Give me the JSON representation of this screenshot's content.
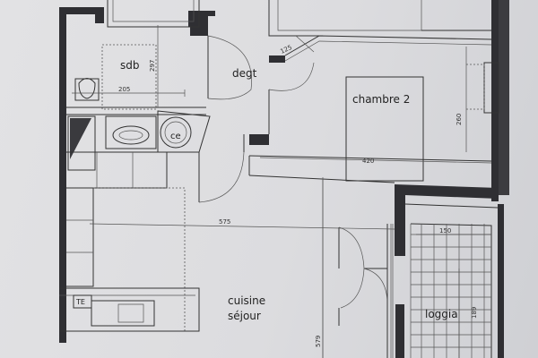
{
  "rooms": {
    "sdb": "sdb",
    "degt": "degt",
    "chambre2": "chambre 2",
    "ce": "ce",
    "cuisine": "cuisine",
    "sejour": "séjour",
    "loggia": "loggia",
    "te": "TE"
  },
  "dimensions": {
    "d297": "297",
    "d205": "205",
    "d125": "125",
    "d260": "260",
    "d420": "420",
    "d575": "575",
    "d150": "150",
    "d189": "189",
    "d579": "579"
  },
  "colors": {
    "paper": "#e0e0e2",
    "wall": "#2f2f33",
    "line": "#333333",
    "background": "#8a8b93"
  }
}
